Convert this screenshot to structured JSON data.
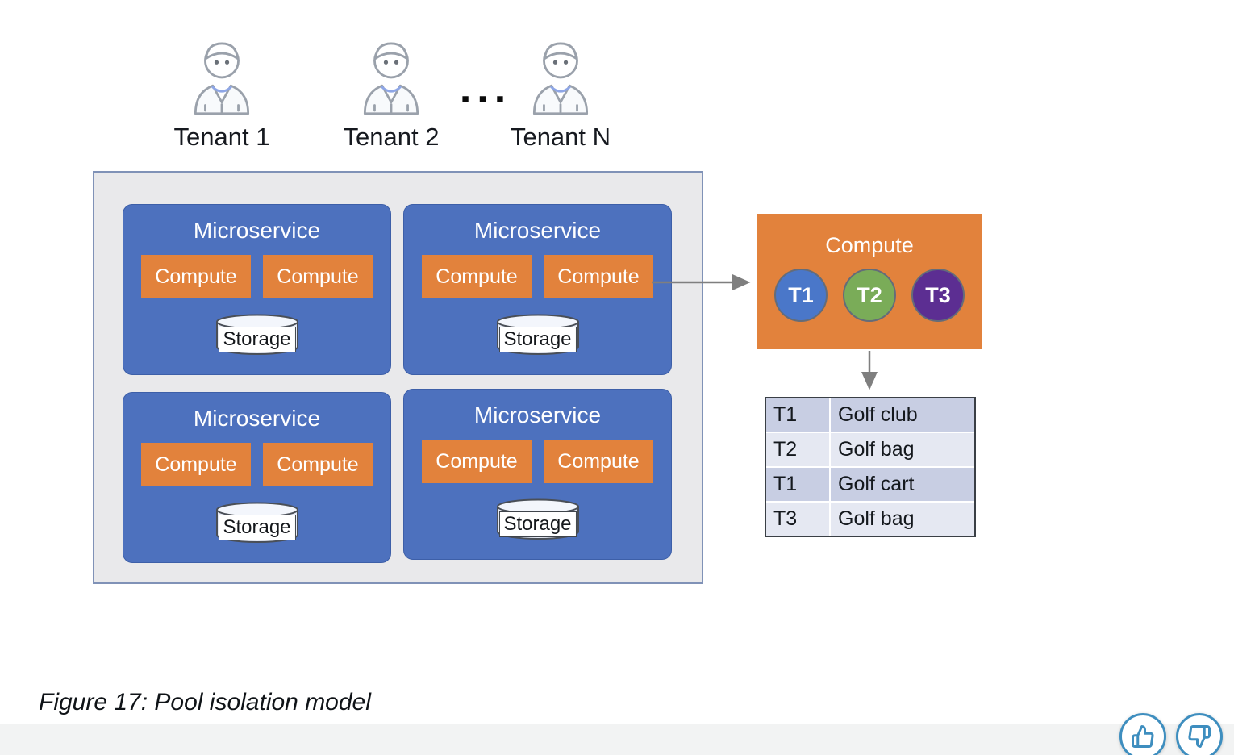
{
  "page": {
    "caption": "Figure 17: Pool isolation model"
  },
  "tenants": {
    "items": [
      {
        "label": "Tenant 1"
      },
      {
        "label": "Tenant 2"
      },
      {
        "label": "Tenant N"
      }
    ],
    "ellipsis": "..."
  },
  "pool": {
    "microservices": [
      {
        "title": "Microservice",
        "compute_labels": [
          "Compute",
          "Compute"
        ],
        "storage_label": "Storage"
      },
      {
        "title": "Microservice",
        "compute_labels": [
          "Compute",
          "Compute"
        ],
        "storage_label": "Storage"
      },
      {
        "title": "Microservice",
        "compute_labels": [
          "Compute",
          "Compute"
        ],
        "storage_label": "Storage"
      },
      {
        "title": "Microservice",
        "compute_labels": [
          "Compute",
          "Compute"
        ],
        "storage_label": "Storage"
      }
    ]
  },
  "compute_panel": {
    "title": "Compute",
    "tenant_circles": [
      {
        "label": "T1",
        "color": "#4A77C9"
      },
      {
        "label": "T2",
        "color": "#7AAC58"
      },
      {
        "label": "T3",
        "color": "#5C2E92"
      }
    ]
  },
  "mapping_table": {
    "rows": [
      {
        "tenant": "T1",
        "item": "Golf club"
      },
      {
        "tenant": "T2",
        "item": "Golf bag"
      },
      {
        "tenant": "T1",
        "item": "Golf cart"
      },
      {
        "tenant": "T3",
        "item": "Golf bag"
      }
    ]
  },
  "icons": {
    "tenant": "person-icon",
    "storage": "database-cylinder-icon",
    "feedback_up": "thumbs-up-icon",
    "feedback_down": "thumbs-down-icon"
  },
  "colors": {
    "microservice_blue": "#4D71BE",
    "microservice_border": "#3D5FA8",
    "compute_orange": "#E2823C",
    "pool_container_bg": "#E9E9EB",
    "pool_container_border": "#8092B7",
    "arrow_gray": "#7F7F7F",
    "cylinder_fill": "#E7EBF6",
    "cylinder_top": "#F3F6FC",
    "table_border": "#3A3F45",
    "table_row_dark": "#C8CEE3",
    "table_row_light": "#E5E8F2",
    "feedback_blue": "#3E8EBF",
    "text_dark": "#14181D",
    "footer_bg": "#F2F3F3"
  }
}
